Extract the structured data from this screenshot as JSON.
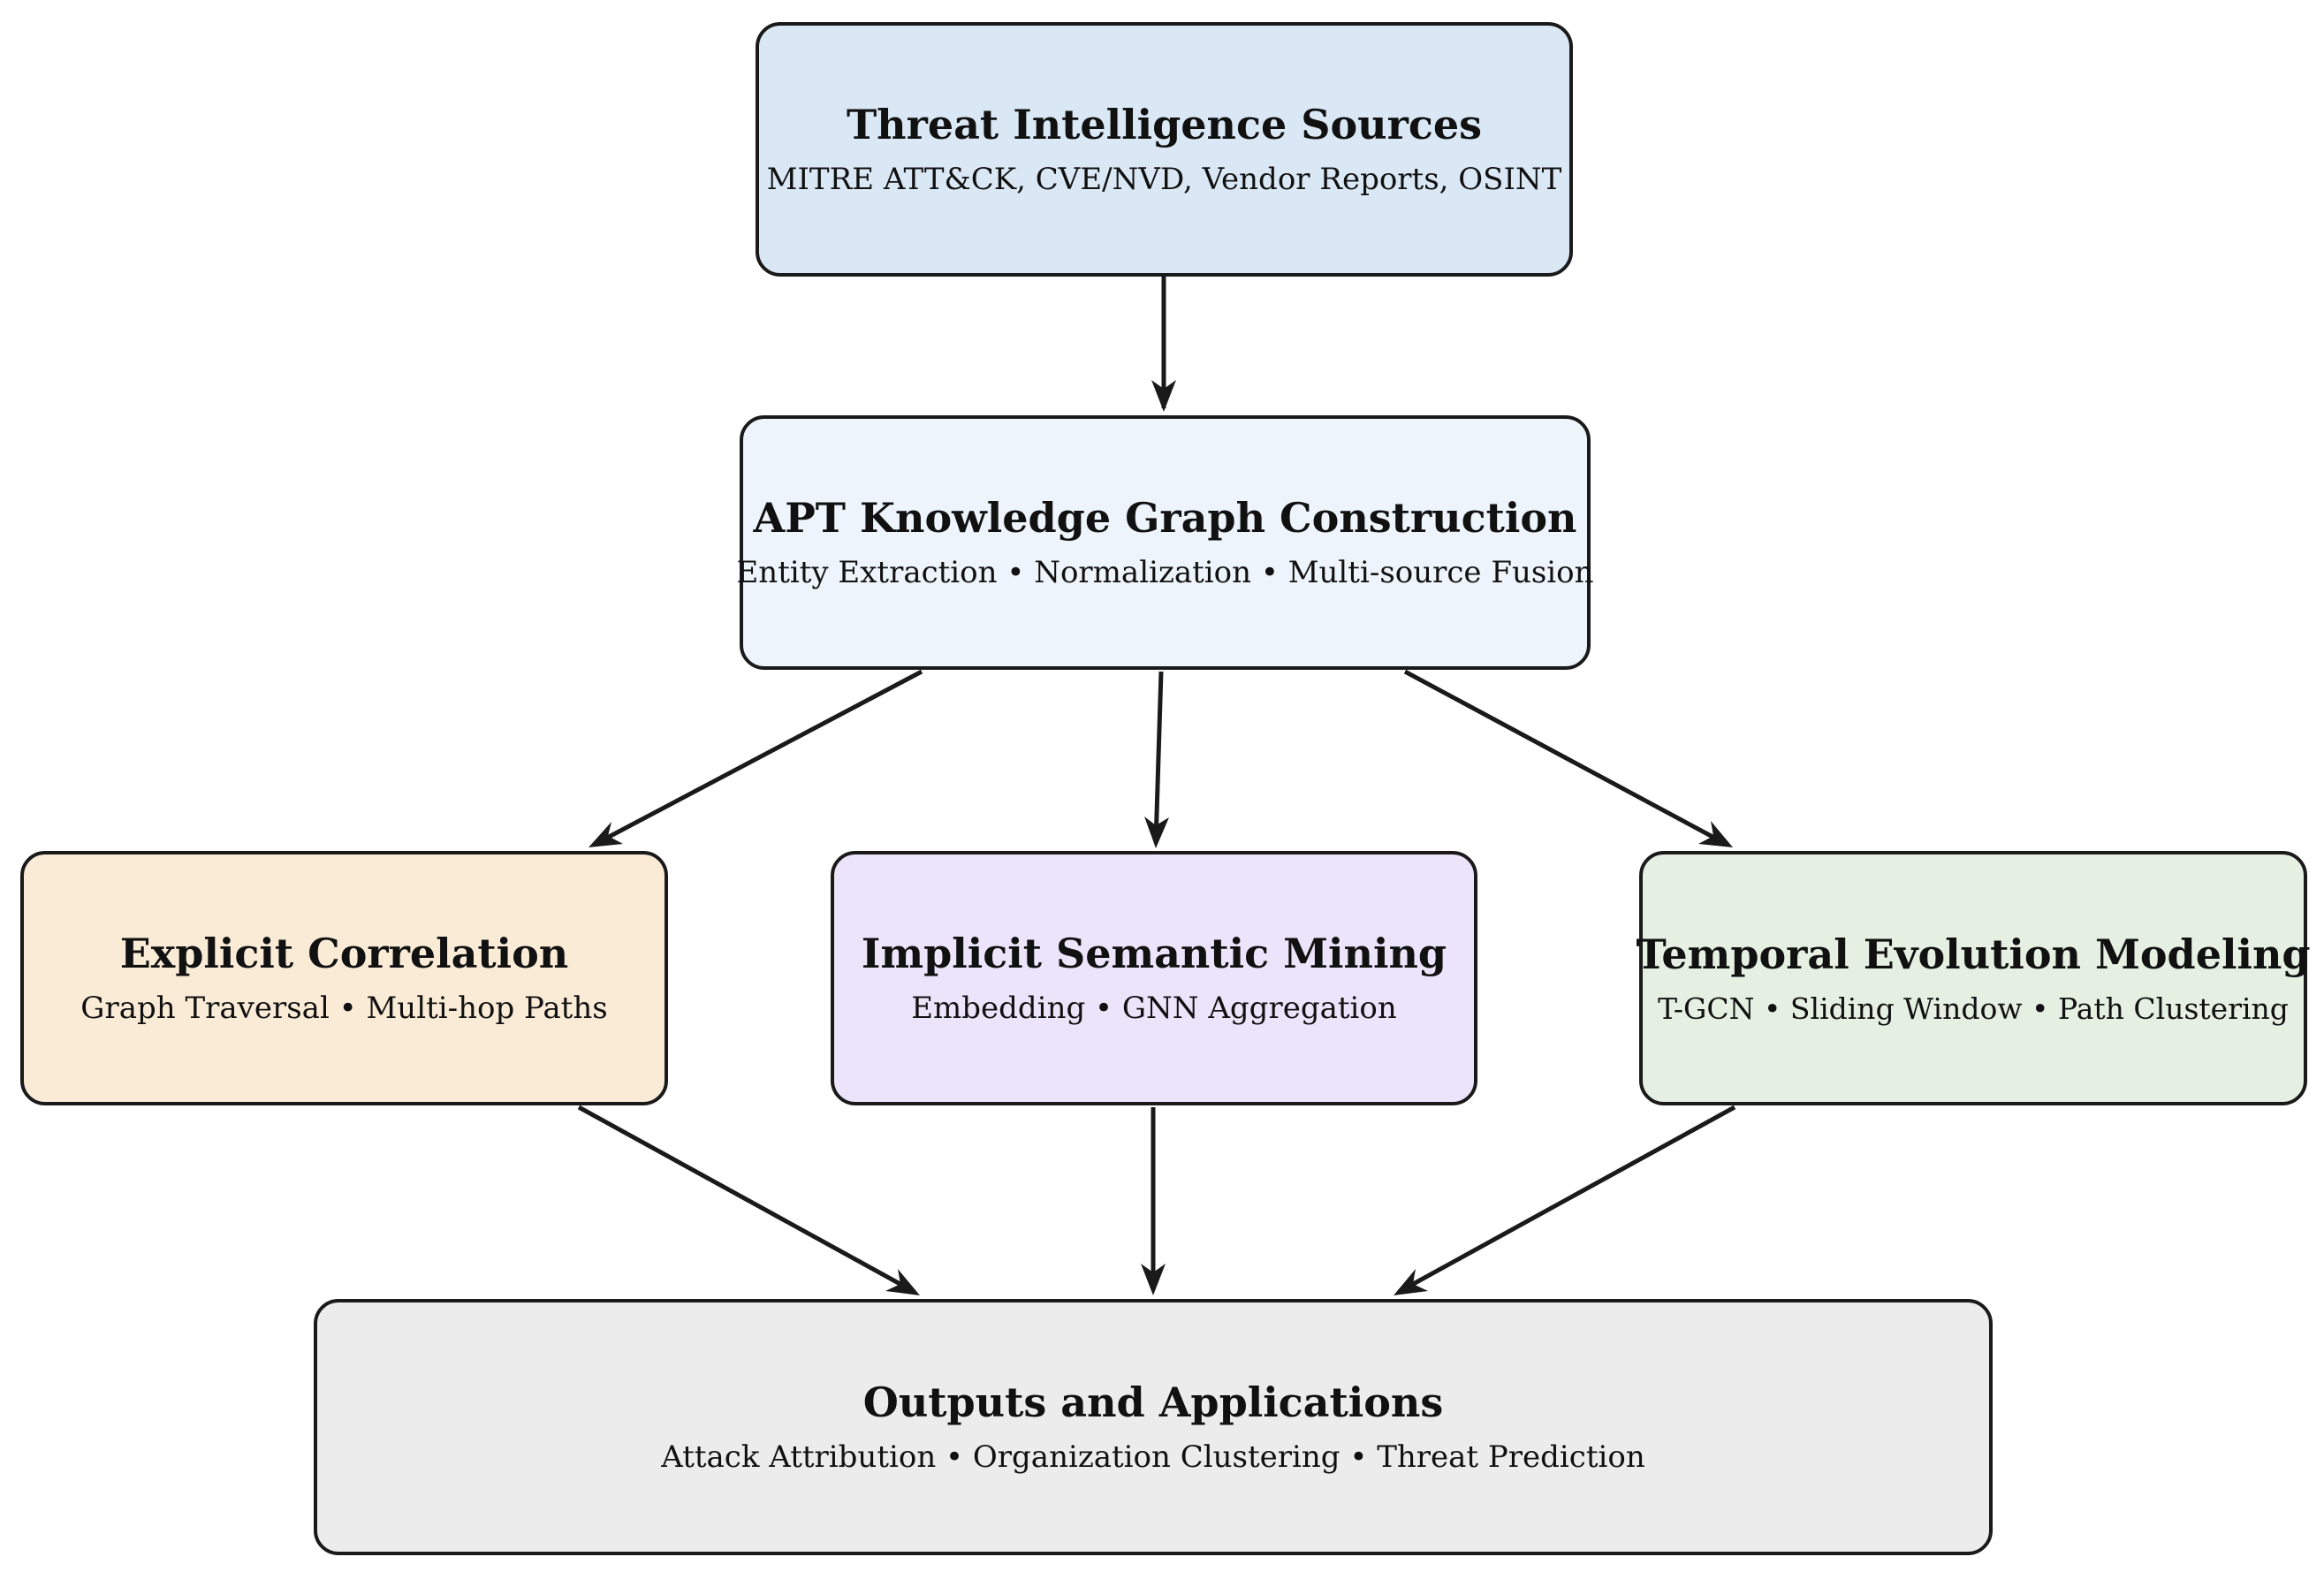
{
  "colors": {
    "sources_fill": "#dae8f5",
    "kg_fill": "#eef4fb",
    "explicit_fill": "#faebd7",
    "implicit_fill": "#ece4fb",
    "temporal_fill": "#e5efe2",
    "outputs_fill": "#ececec",
    "stroke": "#1a1a1a"
  },
  "nodes": {
    "sources": {
      "title": "Threat Intelligence Sources",
      "subtitle": "MITRE ATT&CK, CVE/NVD, Vendor Reports, OSINT"
    },
    "kg": {
      "title": "APT Knowledge Graph Construction",
      "subtitle": "Entity Extraction • Normalization • Multi-source Fusion"
    },
    "explicit": {
      "title": "Explicit Correlation",
      "subtitle": "Graph Traversal • Multi-hop Paths"
    },
    "implicit": {
      "title": "Implicit Semantic Mining",
      "subtitle": "Embedding • GNN Aggregation"
    },
    "temporal": {
      "title": "Temporal Evolution Modeling",
      "subtitle": "T-GCN • Sliding Window • Path Clustering"
    },
    "outputs": {
      "title": "Outputs and Applications",
      "subtitle": "Attack Attribution • Organization Clustering • Threat Prediction"
    }
  },
  "edges": [
    {
      "from": "sources",
      "to": "kg"
    },
    {
      "from": "kg",
      "to": "explicit"
    },
    {
      "from": "kg",
      "to": "implicit"
    },
    {
      "from": "kg",
      "to": "temporal"
    },
    {
      "from": "explicit",
      "to": "outputs"
    },
    {
      "from": "implicit",
      "to": "outputs"
    },
    {
      "from": "temporal",
      "to": "outputs"
    }
  ]
}
